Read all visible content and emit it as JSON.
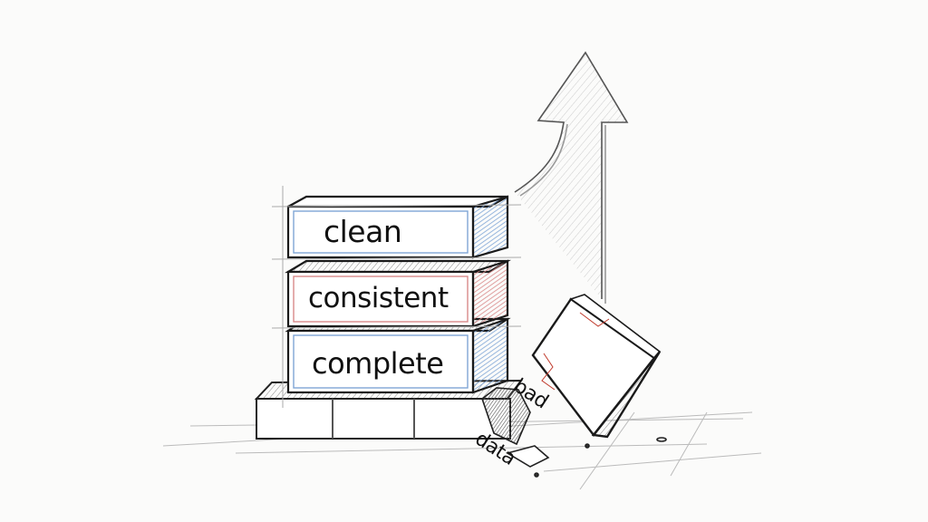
{
  "illustration": {
    "description": "Pencil sketch of stacked data-quality blocks with a rising arrow and a cracked 'bad data' block",
    "blocks": [
      {
        "label": "clean",
        "accent": "#7fa6d6"
      },
      {
        "label": "consistent",
        "accent": "#d98a8a"
      },
      {
        "label": "complete",
        "accent": "#7fa6d6"
      }
    ],
    "bad_block": {
      "line1": "bad",
      "line2": "data",
      "crack_color": "#c0392b"
    },
    "arrow": {
      "direction": "up",
      "icon": "arrow-up-icon"
    },
    "colors": {
      "background": "#fbfbfa",
      "ink": "#222222",
      "blue_shade": "#7fa6d6",
      "red_shade": "#d98a8a"
    }
  }
}
